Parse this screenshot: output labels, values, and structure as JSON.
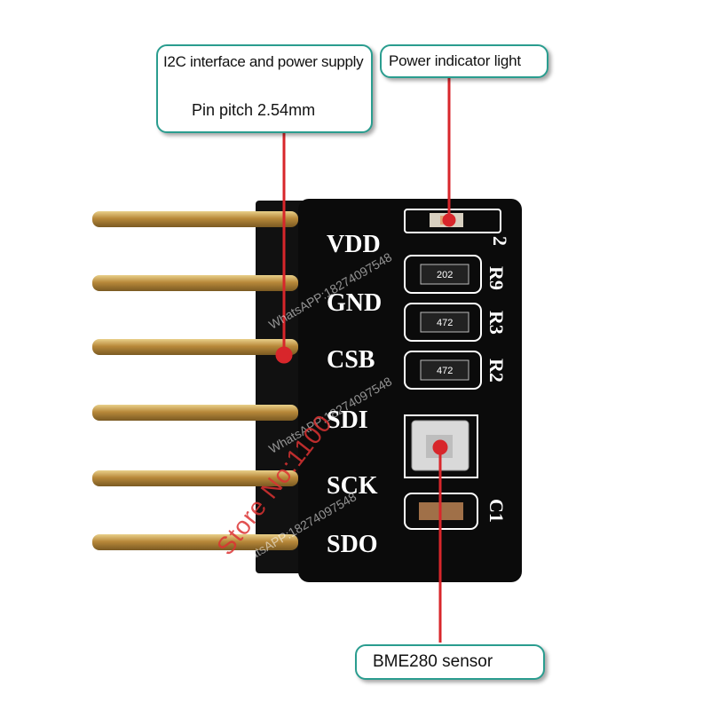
{
  "callouts": {
    "i2c": {
      "line1": "I2C interface and power supply",
      "line2": "Pin pitch 2.54mm"
    },
    "power": {
      "label": "Power indicator light"
    },
    "sensor": {
      "label": "BME280 sensor"
    }
  },
  "pins": [
    "VDD",
    "GND",
    "CSB",
    "SDI",
    "SCK",
    "SDO"
  ],
  "components": {
    "resistors": [
      {
        "ref": "R9",
        "code": "202"
      },
      {
        "ref": "R3",
        "code": "472"
      },
      {
        "ref": "R2",
        "code": "472"
      }
    ],
    "capacitor": "C1",
    "top_ref": "2"
  },
  "watermarks": {
    "contact": "WhatsAPP:18274097548",
    "store": "Store No:1100"
  },
  "colors": {
    "board": "#0b0b0b",
    "silkscreen": "#ffffff",
    "pin_gold": "#c9a24a",
    "callout_border": "#2a9d8f",
    "pointer": "#d8262b"
  }
}
